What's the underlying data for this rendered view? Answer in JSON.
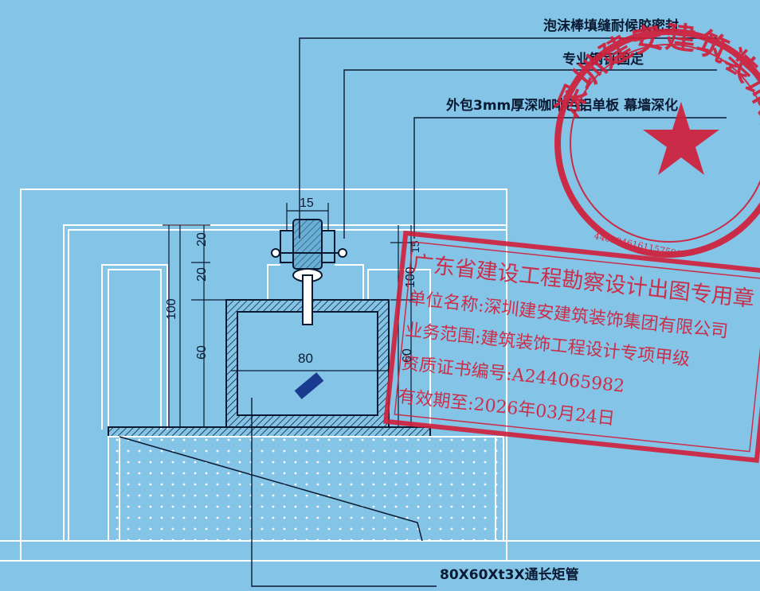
{
  "callouts": {
    "c1": "泡沫棒填缝耐候胶密封",
    "c2": "专业钢钉固定",
    "c3": "外包3mm厚深咖啡色铝单板 幕墙深化",
    "c4": "80X60Xt3X通长矩管"
  },
  "dimensions": {
    "top_width": "15",
    "left_20a": "20",
    "left_20b": "20",
    "left_60": "60",
    "left_100": "100",
    "center_80": "80",
    "right_60": "60",
    "right_100": "100",
    "right_15": "15"
  },
  "stamp_round": {
    "text": "深圳建安建筑装饰集团",
    "serial": "4403046161157591"
  },
  "stamp_rect": {
    "line1": "广东省建设工程勘察设计出图专用章",
    "line2": "单位名称:深圳建安建筑装饰集团有限公司",
    "line3": "业务范围:建筑装饰工程设计专项甲级",
    "line4": "资质证书编号:A244065982",
    "line5": "有效期至:2026年03月24日"
  },
  "colors": {
    "paper": "#84c4e6",
    "line": "#ffffff",
    "ink": "#0a1a33",
    "stamp": "#d11f3a",
    "accent": "#1a3a8f"
  }
}
